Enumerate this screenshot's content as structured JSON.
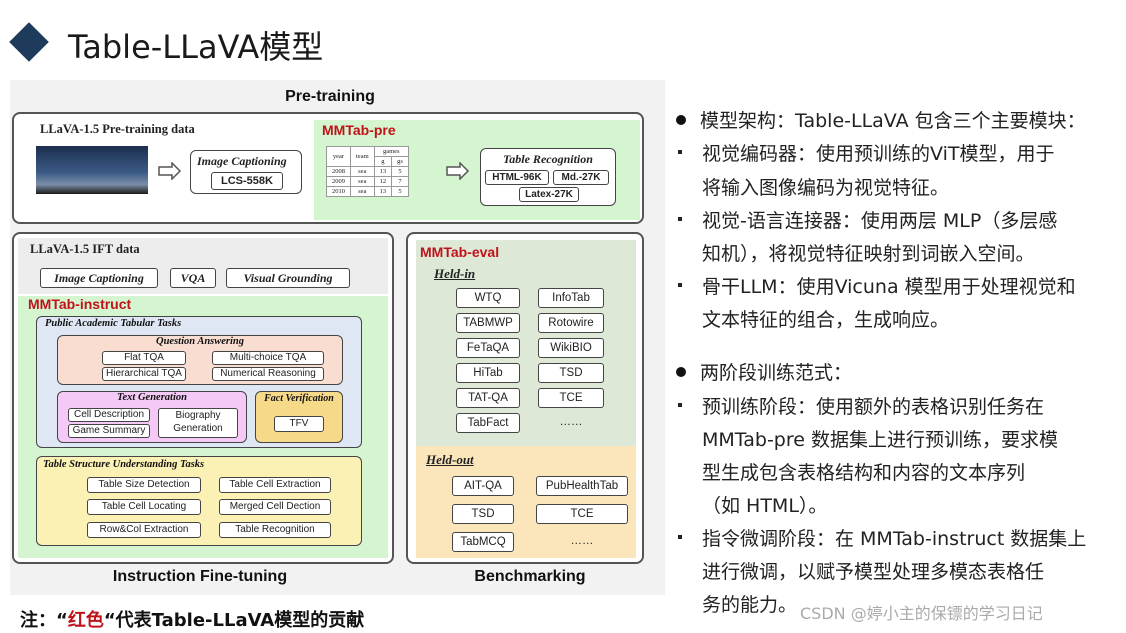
{
  "title": {
    "text": "Table-LLaVA模型"
  },
  "diagram": {
    "pretraining": {
      "header": "Pre-training",
      "llava_data_label": "LLaVA-1.5 Pre-training data",
      "image_captioning": "Image Captioning",
      "lcs": "LCS-558K",
      "mmtab_pre": "MMTab-pre",
      "table_recognition": "Table Recognition",
      "html": "HTML-96K",
      "md": "Md.-27K",
      "latex": "Latex-27K",
      "mini_table": {
        "header_top": [
          "year",
          "team",
          "games",
          ""
        ],
        "header_sub": [
          "",
          "",
          "g",
          "gs"
        ],
        "rows": [
          [
            "2008",
            "sea",
            "13",
            "5"
          ],
          [
            "2009",
            "sea",
            "12",
            "7"
          ],
          [
            "2010",
            "sea",
            "13",
            "5"
          ]
        ]
      }
    },
    "ift": {
      "footer": "Instruction Fine-tuning",
      "llava_ift_label": "LLaVA-1.5 IFT data",
      "ift_tasks": [
        "Image Captioning",
        "VQA",
        "Visual Grounding"
      ],
      "mmtab_instruct": "MMTab-instruct",
      "public_academic": "Public Academic Tabular Tasks",
      "qa_title": "Question Answering",
      "qa_items": [
        "Flat TQA",
        "Multi-choice TQA",
        "Hierarchical TQA",
        "Numerical Reasoning"
      ],
      "tg_title": "Text Generation",
      "tg_items": [
        "Cell Description",
        "Game Summary",
        "Biography",
        "Generation"
      ],
      "fv_title": "Fact Verification",
      "fv_item": "TFV",
      "tsu_title": "Table Structure Understanding Tasks",
      "tsu_items": [
        "Table Size Detection",
        "Table Cell Extraction",
        "Table Cell Locating",
        "Merged Cell Dection",
        "Row&Col Extraction",
        "Table Recognition"
      ]
    },
    "bench": {
      "footer": "Benchmarking",
      "mmtab_eval": "MMTab-eval",
      "held_in": "Held-in",
      "held_in_items": [
        "WTQ",
        "InfoTab",
        "TABMWP",
        "Rotowire",
        "FeTaQA",
        "WikiBIO",
        "HiTab",
        "TSD",
        "TAT-QA",
        "TCE",
        "TabFact",
        "……"
      ],
      "held_out": "Held-out",
      "held_out_items": [
        "AIT-QA",
        "PubHealthTab",
        "TSD",
        "TCE",
        "TabMCQ",
        "……"
      ]
    }
  },
  "note": {
    "prefix": "注：“",
    "red": "红色",
    "suffix": "“代表Table-LLaVA模型的贡献"
  },
  "bullets": {
    "b1": "模型架构：Table-LLaVA 包含三个主要模块：",
    "b2a": "视觉编码器：使用预训练的ViT模型，用于",
    "b2b": "将输入图像编码为视觉特征。",
    "b3a": "视觉-语言连接器：使用两层 MLP（多层感",
    "b3b": "知机），将视觉特征映射到词嵌入空间。",
    "b4a": "骨干LLM：使用Vicuna 模型用于处理视觉和",
    "b4b": "文本特征的组合，生成响应。",
    "b5": "两阶段训练范式：",
    "b6a": "预训练阶段：使用额外的表格识别任务在",
    "b6b": "MMTab-pre 数据集上进行预训练，要求模",
    "b6c": "型生成包含表格结构和内容的文本序列",
    "b6d": "（如 HTML）。",
    "b7a": "指令微调阶段：在 MMTab-instruct 数据集上",
    "b7b": "进行微调，以赋予模型处理多模态表格任",
    "b7c": "务的能力。"
  },
  "watermark": "CSDN @婷小主的保镖的学习日记",
  "colors": {
    "accent_red": "#c0121a",
    "title_diamond": "#1f3b5c",
    "mmtab_pre_bg": "#d4f5d0",
    "instruct_bg": "#d4f5d0",
    "public_bg": "#dfe7f5",
    "qa_bg": "#f9ddd0",
    "tg_bg": "#f4c9f5",
    "fv_bg": "#f7d98a",
    "tsu_bg": "#fcf1b5",
    "held_in_bg": "#dde8d6",
    "held_out_bg": "#fbe6bc"
  }
}
